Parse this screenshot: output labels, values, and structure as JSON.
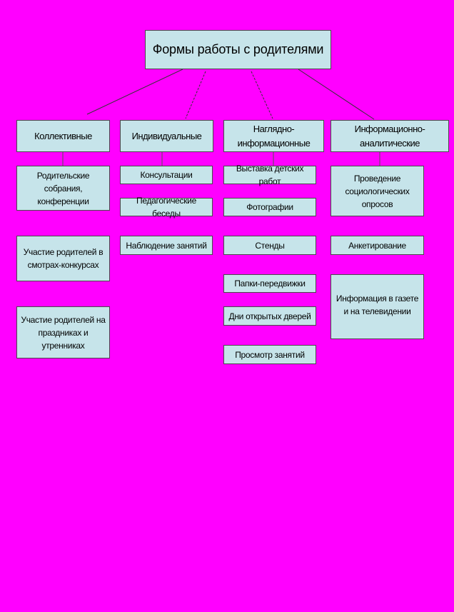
{
  "title": "Формы работы с родителями",
  "categories": [
    {
      "label": "Коллективные",
      "items": [
        "Родительские собрания, конференции",
        "Участие родителей в смотрах-конкурсах",
        "Участие родителей на праздниках и утренниках"
      ]
    },
    {
      "label": "Индивидуальные",
      "items": [
        "Консультации",
        "Педагогические беседы",
        "Наблюдение занятий"
      ]
    },
    {
      "label": "Наглядно-информационные",
      "items": [
        "Выставка детских работ",
        "Фотографии",
        "Стенды",
        "Папки-передвижки",
        "Дни открытых дверей",
        "Просмотр занятий"
      ]
    },
    {
      "label": "Информационно-аналитические",
      "items": [
        "Проведение социологических опросов",
        "Анкетирование",
        "Информация в газете и на телевидении"
      ]
    }
  ],
  "colors": {
    "background": "#ff00ff",
    "box": "#c6e4ea",
    "line": "#333333"
  }
}
